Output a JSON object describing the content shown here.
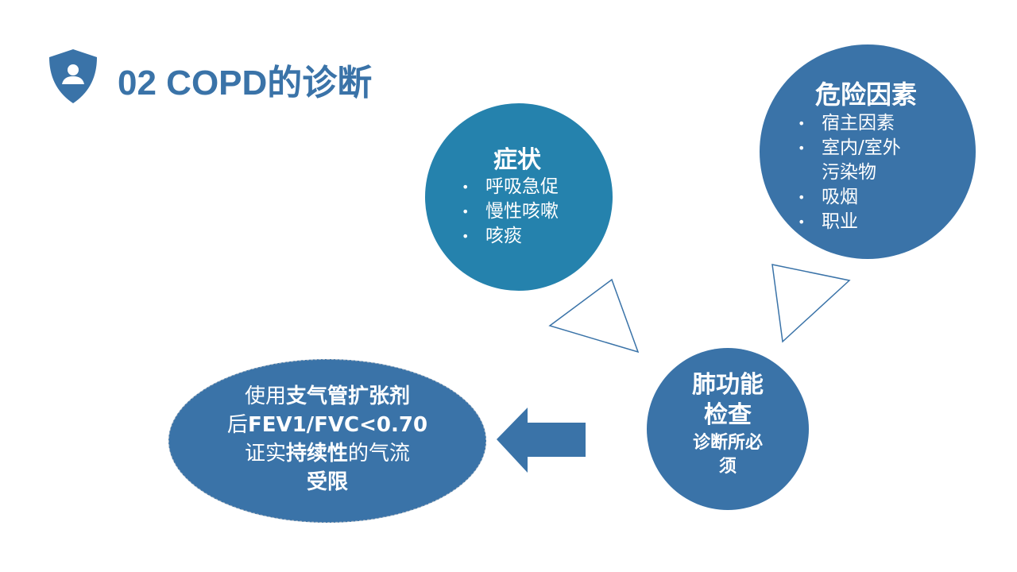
{
  "title": "02 COPD的诊断",
  "colors": {
    "primary": "#3a73a8",
    "symptoms": "#2582ad",
    "white": "#ffffff"
  },
  "symptoms": {
    "heading": "症状",
    "items": [
      "呼吸急促",
      "慢性咳嗽",
      "咳痰"
    ]
  },
  "risk": {
    "heading": "危险因素",
    "items": [
      "宿主因素",
      "室内/室外污染物",
      "吸烟",
      "职业"
    ]
  },
  "lung": {
    "heading_line1": "肺功能",
    "heading_line2": "检查",
    "sub_line1": "诊断所必",
    "sub_line2": "须"
  },
  "criteria": {
    "l1a": "使用",
    "l1b": "支气管扩张剂",
    "l2a": "后",
    "l2b": "FEV1/FVC<0.70",
    "l3a": "证实",
    "l3b": "持续性",
    "l3c": "的气流",
    "l4": "受限"
  }
}
